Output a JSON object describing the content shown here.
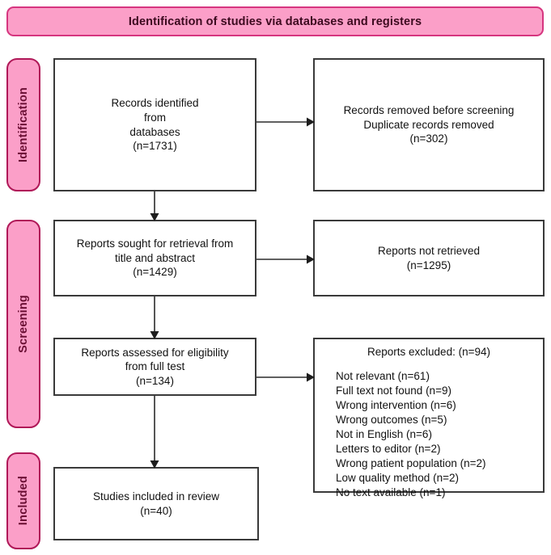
{
  "header": {
    "title": "Identification of studies via databases and registers"
  },
  "stages": [
    {
      "id": "identification",
      "label": "Identification"
    },
    {
      "id": "screening",
      "label": "Screening"
    },
    {
      "id": "included",
      "label": "Included"
    }
  ],
  "boxes": {
    "records_identified": "Records identified\nfrom\ndatabases\n(n=1731)",
    "records_removed": "Records removed before screening\nDuplicate records removed\n(n=302)",
    "reports_sought": "Reports sought for retrieval from\ntitle and abstract\n(n=1429)",
    "reports_not_retrieved": "Reports not retrieved\n(n=1295)",
    "reports_assessed": "Reports assessed for eligibility\nfrom full test\n(n=134)",
    "studies_included": "Studies included in review\n(n=40)"
  },
  "excluded": {
    "title": "Reports excluded: (n=94)",
    "reasons": [
      "Not relevant (n=61)",
      "Full text not found (n=9)",
      "Wrong intervention (n=6)",
      "Wrong outcomes (n=5)",
      "Not in English (n=6)",
      "Letters to editor (n=2)",
      "Wrong patient population (n=2)",
      "Low quality method (n=2)",
      "No text available (n=1)"
    ]
  },
  "counts": {
    "records_identified": 1731,
    "records_removed_duplicates": 302,
    "reports_sought": 1429,
    "reports_not_retrieved": 1295,
    "reports_assessed": 134,
    "reports_excluded_total": 94,
    "studies_included": 40
  },
  "colors": {
    "stage_fill": "#fb9fc8",
    "stage_border": "#b01858",
    "header_fill": "#fb9fc8",
    "header_border": "#d6357f",
    "header_text": "#3d0a1f",
    "stage_text": "#6b0f34",
    "box_border": "#3a3a3a",
    "box_text": "#111111",
    "arrow": "#2b2b2b"
  }
}
